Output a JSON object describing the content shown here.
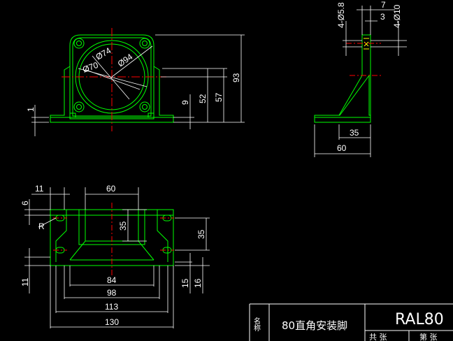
{
  "colors": {
    "background": "#000000",
    "part": "#00ff00",
    "dimension": "#ffffff",
    "center": "#ff0000",
    "hidden": "#ffff00",
    "title_frame": "#ffffff"
  },
  "front_view": {
    "circle_labels": [
      "Ø74",
      "Ø70",
      "Ø94"
    ],
    "dims": {
      "d1": "1",
      "d9": "9",
      "d52": "52",
      "d57": "57",
      "d93": "93"
    }
  },
  "side_view": {
    "dims": {
      "hole_left": "4-Ø5.8",
      "d7": "7",
      "d3": "3",
      "hole_right": "4-Ø10",
      "d35": "35",
      "d60": "60"
    }
  },
  "top_view": {
    "dims": {
      "d11_top": "11",
      "d60": "60",
      "d6": "6",
      "radius": "R",
      "d35_inner": "35",
      "d35_right": "35",
      "d11_left": "11",
      "d84": "84",
      "d98": "98",
      "d113": "113",
      "d130": "130",
      "d15": "15",
      "d16": "16"
    }
  },
  "title_block": {
    "name_label": "名称",
    "part_name": "80直角安装脚",
    "code": "RAL80",
    "total_sheets_label": "共  张",
    "sheet_no_label": "第  张"
  }
}
